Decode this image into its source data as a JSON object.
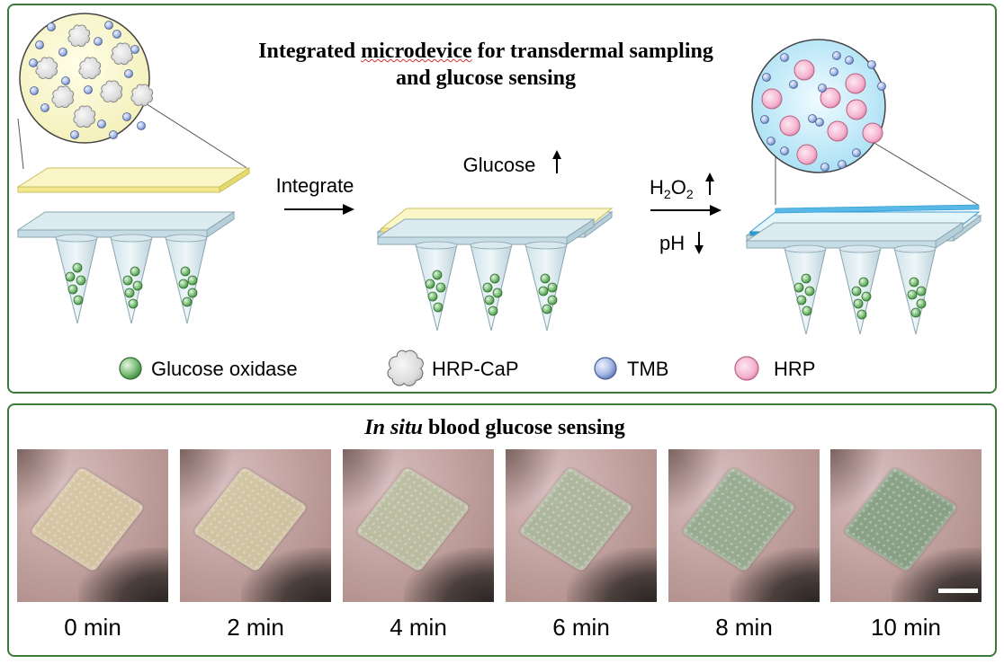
{
  "top_panel": {
    "title_line1_pre": "Integrated ",
    "title_line1_squiggle": "microdevice",
    "title_line1_post": " for transdermal sampling",
    "title_line2": "and glucose sensing",
    "arrow1_label": "Integrate",
    "glucose_label": "Glucose",
    "h2o2_h": "H",
    "h2o2_sub1": "2",
    "h2o2_o": "O",
    "h2o2_sub2": "2",
    "ph_label": "pH",
    "legend": [
      {
        "label": "Glucose oxidase",
        "icon": "green-sphere-icon",
        "color": "#5aa55a"
      },
      {
        "label": "HRP-CaP",
        "icon": "gray-cloud-icon",
        "color": "#d9d9d9"
      },
      {
        "label": "TMB",
        "icon": "blue-sphere-icon",
        "color": "#8fa8d8"
      },
      {
        "label": "HRP",
        "icon": "pink-sphere-icon",
        "color": "#f0a8c8"
      }
    ]
  },
  "bottom_panel": {
    "title_italic": "In situ",
    "title_rest": " blood glucose sensing",
    "times": [
      "0 min",
      "2 min",
      "4 min",
      "6 min",
      "8 min",
      "10 min"
    ],
    "patch_colors": [
      "#d8c9a2",
      "#d2c8a0",
      "#b9c0a0",
      "#a8b89a",
      "#8fac8c",
      "#7ea080"
    ]
  }
}
